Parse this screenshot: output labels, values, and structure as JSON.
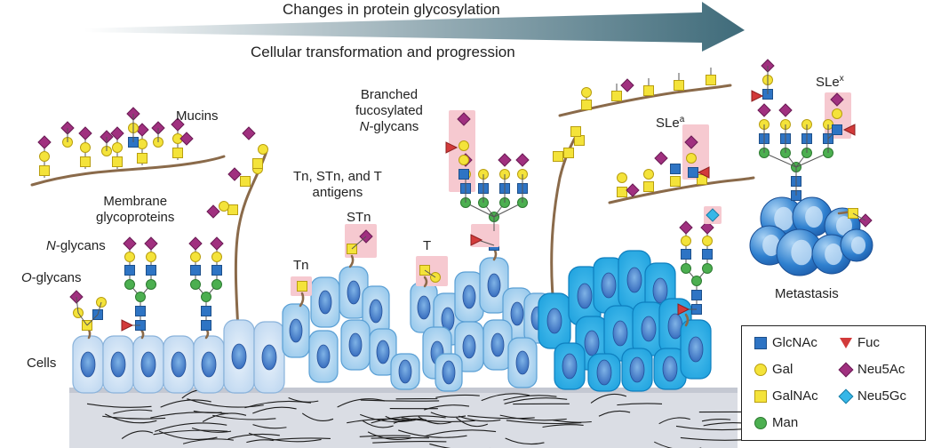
{
  "header": {
    "line1": "Changes in protein glycosylation",
    "line2": "Cellular transformation and progression"
  },
  "labels": {
    "mucins": "Mucins",
    "membrane_1": "Membrane",
    "membrane_2": "glycoproteins",
    "n_glycans": "N",
    "n_glycans_rest": "-glycans",
    "o_glycans": "O",
    "o_glycans_rest": "-glycans",
    "cells": "Cells",
    "tn": "Tn",
    "tn_antigens_1": "Tn, STn, and T",
    "tn_antigens_2": "antigens",
    "stn": "STn",
    "t": "T",
    "branched_1": "Branched",
    "branched_2": "fucosylated",
    "branched_3_italic": "N",
    "branched_3_rest": "-glycans",
    "slea_base": "SLe",
    "slea_sup": "a",
    "slex_base": "SLe",
    "slex_sup": "x",
    "metastasis": "Metastasis"
  },
  "legend": {
    "items": [
      {
        "key": "glcnac",
        "label": "GlcNAc",
        "symbol": "blue-square"
      },
      {
        "key": "gal",
        "label": "Gal",
        "symbol": "yellow-circle"
      },
      {
        "key": "galnac",
        "label": "GalNAc",
        "symbol": "yellow-square"
      },
      {
        "key": "man",
        "label": "Man",
        "symbol": "green-circle"
      },
      {
        "key": "fuc",
        "label": "Fuc",
        "symbol": "red-triangle"
      },
      {
        "key": "neu5ac",
        "label": "Neu5Ac",
        "symbol": "purple-diamond"
      },
      {
        "key": "neu5gc",
        "label": "Neu5Gc",
        "symbol": "cyan-diamond"
      }
    ]
  },
  "colors": {
    "glcnac": "#2e74c4",
    "gal": "#f4e33a",
    "galnac": "#f4e33a",
    "man": "#4caf50",
    "fuc": "#d23a3a",
    "neu5ac": "#a0307f",
    "neu5gc": "#35b7e8",
    "highlight": "#f6c9d0",
    "stalk": "#8a6a4a",
    "arrow": "#3f6b7a"
  }
}
